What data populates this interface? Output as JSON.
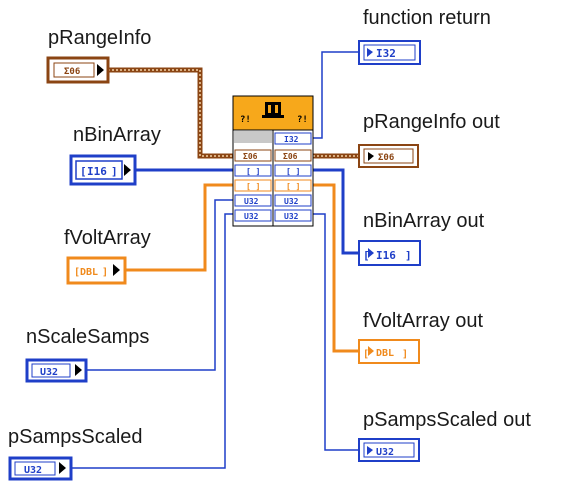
{
  "inputs": {
    "pRangeInfo": {
      "label": "pRangeInfo",
      "type": "Σ06"
    },
    "nBinArray": {
      "label": "nBinArray",
      "type": "I16"
    },
    "fVoltArray": {
      "label": "fVoltArray",
      "type": "DBL"
    },
    "nScaleSamps": {
      "label": "nScaleSamps",
      "type": "U32"
    },
    "pSampsScaled": {
      "label": "pSampsScaled",
      "type": "U32"
    }
  },
  "outputs": {
    "function_return": {
      "label": "function return",
      "type": "I32"
    },
    "pRangeInfo_out": {
      "label": "pRangeInfo out",
      "type": "Σ06"
    },
    "nBinArray_out": {
      "label": "nBinArray out",
      "type": "I16"
    },
    "fVoltArray_out": {
      "label": "fVoltArray out",
      "type": "DBL"
    },
    "pSampsScaled_out": {
      "label": "pSampsScaled out",
      "type": "U32"
    }
  },
  "node": {
    "rows_left": [
      "",
      "Σ06",
      "[ ]",
      "[ ]",
      "U32",
      "U32"
    ],
    "rows_right": [
      "I32",
      "Σ06",
      "[ ]",
      "[ ]",
      "U32",
      "U32"
    ]
  },
  "colors": {
    "cluster": "#8b4513",
    "int": "#1f3fc8",
    "dbl": "#f08a1c",
    "u32": "#1f3fc8",
    "header": "#f7a81b"
  }
}
